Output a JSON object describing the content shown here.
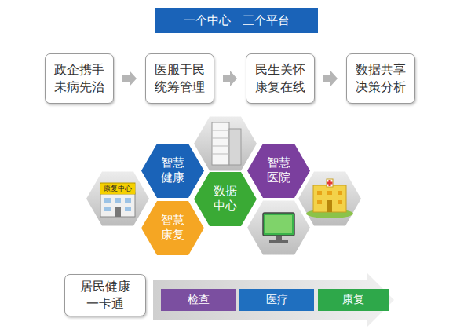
{
  "diagram": {
    "title": "一个中心　三个平台",
    "nodes": [
      {
        "text": [
          "政企携手 未病先治"
        ]
      },
      {
        "text": [
          "医服于民 统筹管理"
        ]
      },
      {
        "text": [
          "民生关怀 康复在线"
        ]
      },
      {
        "text": [
          "数据共享 决策分析"
        ]
      },
      {
        "text": [
          "智慧健康"
        ]
      },
      {
        "text": [
          "数据中心"
        ]
      },
      {
        "text": [
          "智慧医院"
        ]
      },
      {
        "text": [
          "智慧康复"
        ]
      },
      {
        "text": [
          "居民健康 一卡通"
        ]
      },
      {
        "text": [
          "检查"
        ]
      },
      {
        "text": [
          "医疗"
        ]
      },
      {
        "text": [
          "康复"
        ]
      }
    ],
    "edges": [
      {
        "from": 0,
        "to": 1,
        "arrow": "to"
      },
      {
        "from": 1,
        "to": 2,
        "arrow": "to"
      },
      {
        "from": 2,
        "to": 3,
        "arrow": "to"
      }
    ],
    "labels": [
      "康复中心"
    ]
  }
}
